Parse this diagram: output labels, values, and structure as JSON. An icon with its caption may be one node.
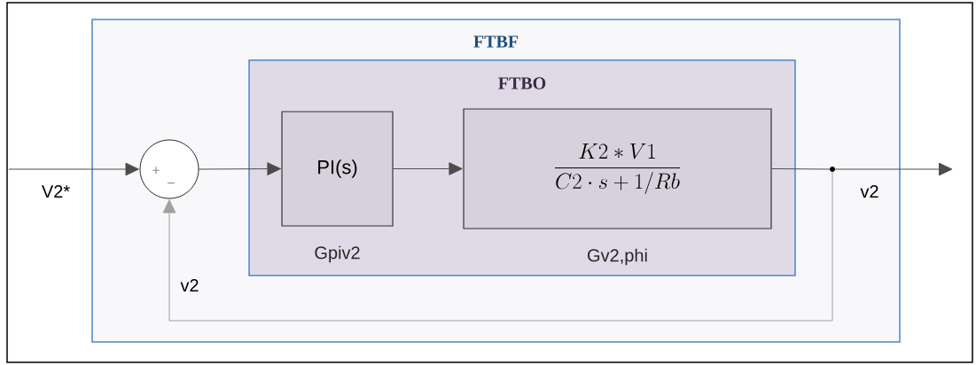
{
  "diagram": {
    "nodes": [
      {
        "text": [
          "FTBF"
        ]
      },
      {
        "text": [
          "FTBO"
        ],
        "in": 0
      },
      {
        "text": [
          "+",
          "−"
        ],
        "in": 0
      },
      {
        "text": [
          "PI(s)"
        ],
        "beside": [
          "Gpiv2"
        ],
        "in": 1
      },
      {
        "text": [
          "\\frac{K2 \\ast V1}{C2 \\cdot s + 1/Rb}"
        ],
        "beside": [
          "Gv2,phi"
        ],
        "in": 1
      },
      {
        "text": [],
        "shape": "circle",
        "in": 0
      }
    ],
    "edges": [
      {
        "from": null,
        "to": 2,
        "arrow": "to",
        "label": "V2*"
      },
      {
        "from": 2,
        "to": 3,
        "arrow": "to"
      },
      {
        "from": 3,
        "to": 4,
        "arrow": "to"
      },
      {
        "from": 4,
        "to": 5,
        "arrow": "none"
      },
      {
        "from": 5,
        "to": null,
        "arrow": "to",
        "label": "v2"
      },
      {
        "from": 5,
        "to": 2,
        "arrow": "to",
        "label": "v2",
        "color": "#a0a0a0"
      }
    ]
  }
}
